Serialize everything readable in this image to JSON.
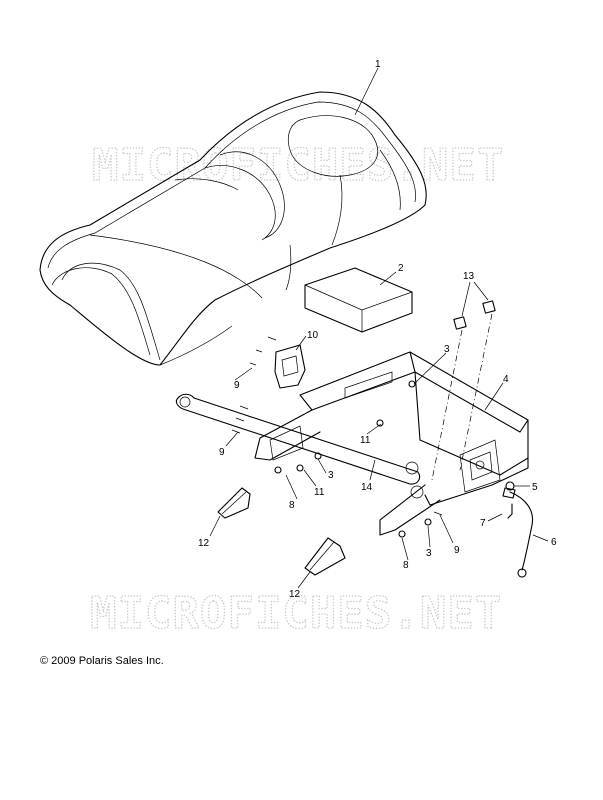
{
  "watermark": {
    "text": "MICROFICHES.NET"
  },
  "copyright": "© 2009 Polaris Sales Inc.",
  "callouts": {
    "c1": "1",
    "c2": "2",
    "c3a": "3",
    "c3b": "3",
    "c3c": "3",
    "c4": "4",
    "c5": "5",
    "c6": "6",
    "c7": "7",
    "c8a": "8",
    "c8b": "8",
    "c9a": "9",
    "c9b": "9",
    "c9c": "9",
    "c10": "10",
    "c11a": "11",
    "c11b": "11",
    "c12a": "12",
    "c12b": "12",
    "c13": "13",
    "c14": "14"
  }
}
